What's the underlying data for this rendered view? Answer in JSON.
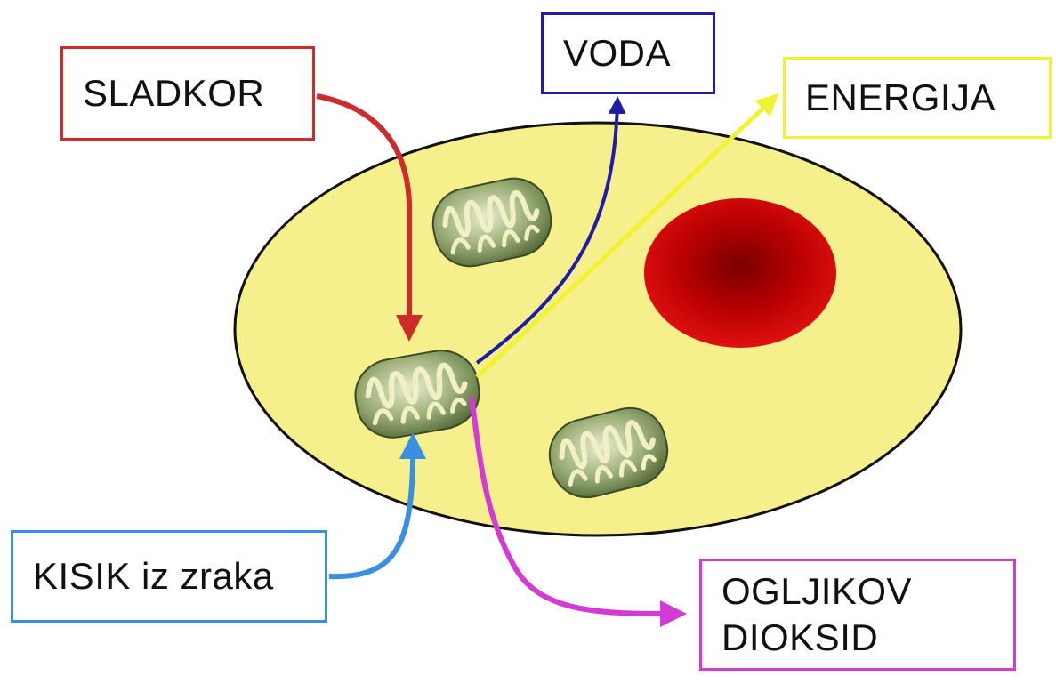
{
  "labels": {
    "sugar": "SLADKOR",
    "water": "VODA",
    "energy": "ENERGIJA",
    "oxygen": "KISIK iz zraka",
    "co2_line1": "OGLJIKOV",
    "co2_line2": "DIOKSID"
  },
  "colors": {
    "sugar": "#cf2b2b",
    "water": "#1d1da8",
    "energy": "#f2f230",
    "oxygen": "#3a8fe0",
    "co2": "#d43ad4",
    "cell": "#f5f08c",
    "nucleus": "#c40000",
    "mitochondrion": "#6f8a4a"
  }
}
